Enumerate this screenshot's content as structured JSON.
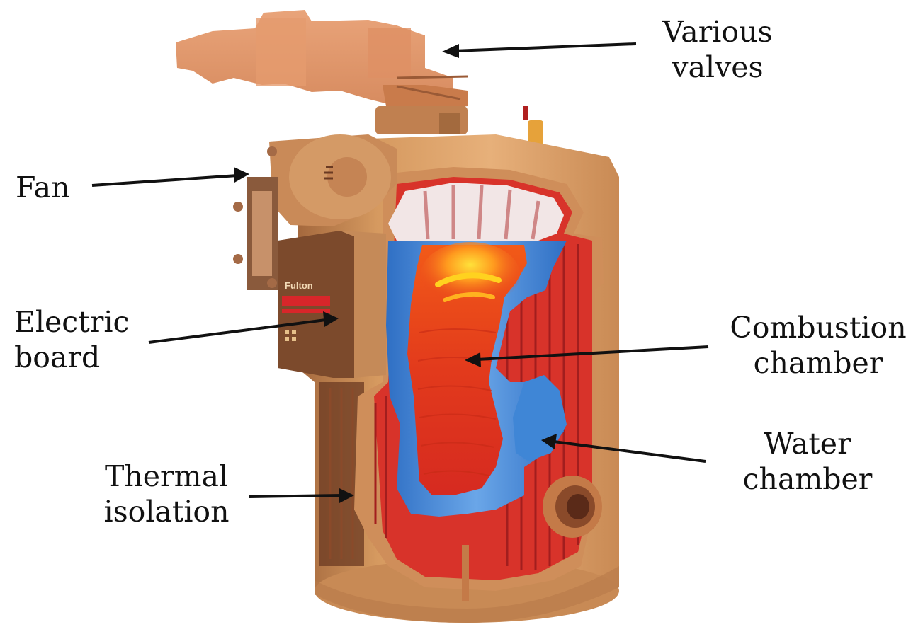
{
  "labels": {
    "various_valves": [
      "Various",
      "valves"
    ],
    "fan": [
      "Fan"
    ],
    "electric_board": [
      "Electric",
      "board"
    ],
    "combustion_chamber": [
      "Combustion",
      "chamber"
    ],
    "water_chamber": [
      "Water",
      "chamber"
    ],
    "thermal_isolation": [
      "Thermal",
      "isolation"
    ]
  },
  "brand_plate": "Fulton",
  "colors": {
    "shell": "#d49a62",
    "shell_dark": "#a86a3e",
    "fire": "#e8401c",
    "flame_core": "#ffd21f",
    "water": "#3f86d6",
    "panel": "#7a4a2e",
    "arrow": "#111111"
  }
}
